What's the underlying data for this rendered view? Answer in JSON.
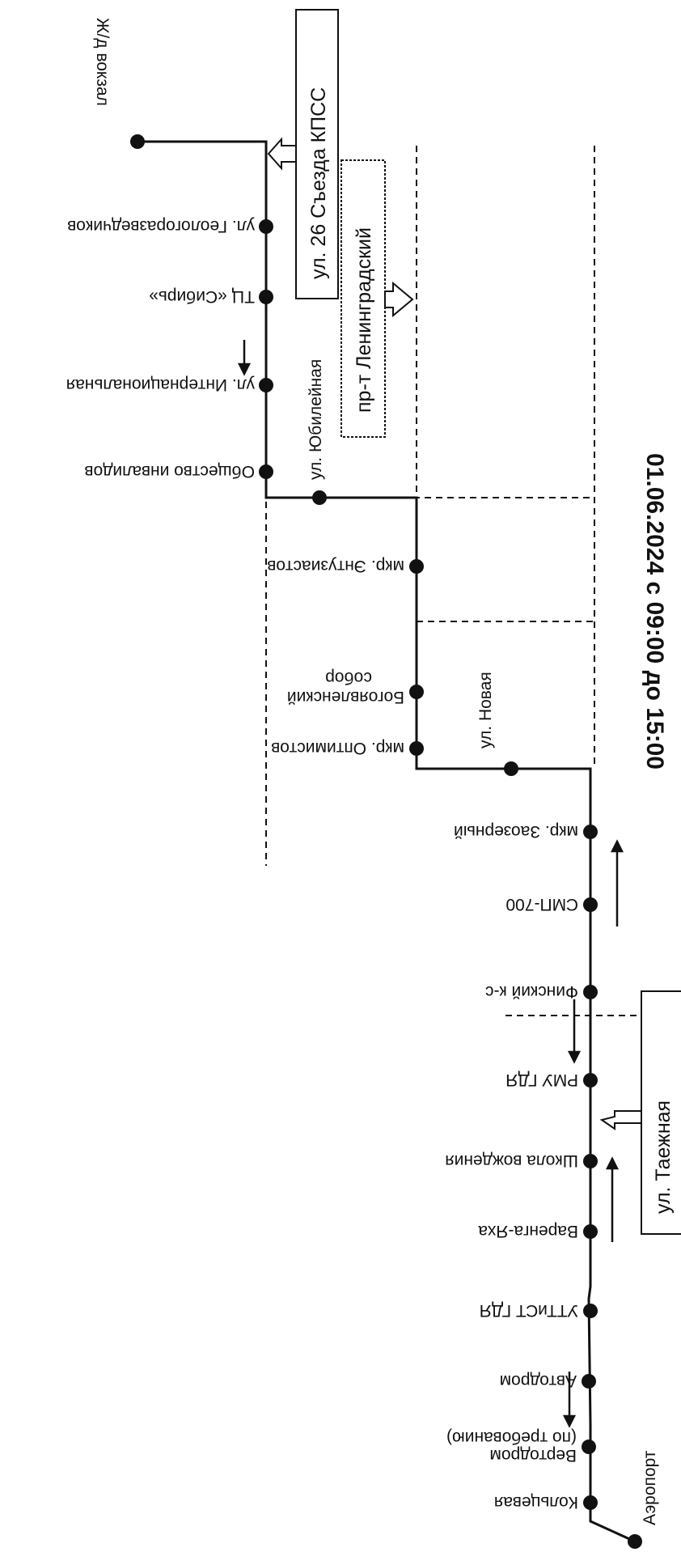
{
  "header": {
    "date_text": "01.06.2024 с 09:00 до 15:00"
  },
  "streets": {
    "kpss": "ул. 26 Съезда КПСС",
    "leningradsky": "пр-т Ленинградский",
    "yubileynaya": "ул. Юбилейная",
    "novaya": "ул. Новая",
    "taezhnaya": "ул. Таежная"
  },
  "stops": {
    "railway_station": "Ж/д вокзал",
    "geologorazvedchikov": "ул. Геологоразведчиков",
    "tc_sibir": "ТЦ «Сибирь»",
    "internatsionalnaya": "ул. Интернациональная",
    "invalids_society": "Общество инвалидов",
    "entuziastov": "мкр. Энтузиастов",
    "bogoyavlensky_1": "Богоявленский",
    "bogoyavlensky_2": "собор",
    "optimistov": "мкр. Оптимистов",
    "zaozerny": "мкр. Заозерный",
    "smp700": "СМП-700",
    "finsky": "Финский к-с",
    "rmu_gdya": "РМУ ГДЯ",
    "driving_school": "Школа вождения",
    "varenga_yakha": "Варенга-Яха",
    "uttist_gdya": "УТТиСТ ГДЯ",
    "autodrome": "Автодром",
    "heliport_1": "Вертодром",
    "heliport_2": "(по требованию)",
    "koltsevaya": "Кольцевая",
    "airport": "Аэропорт"
  }
}
